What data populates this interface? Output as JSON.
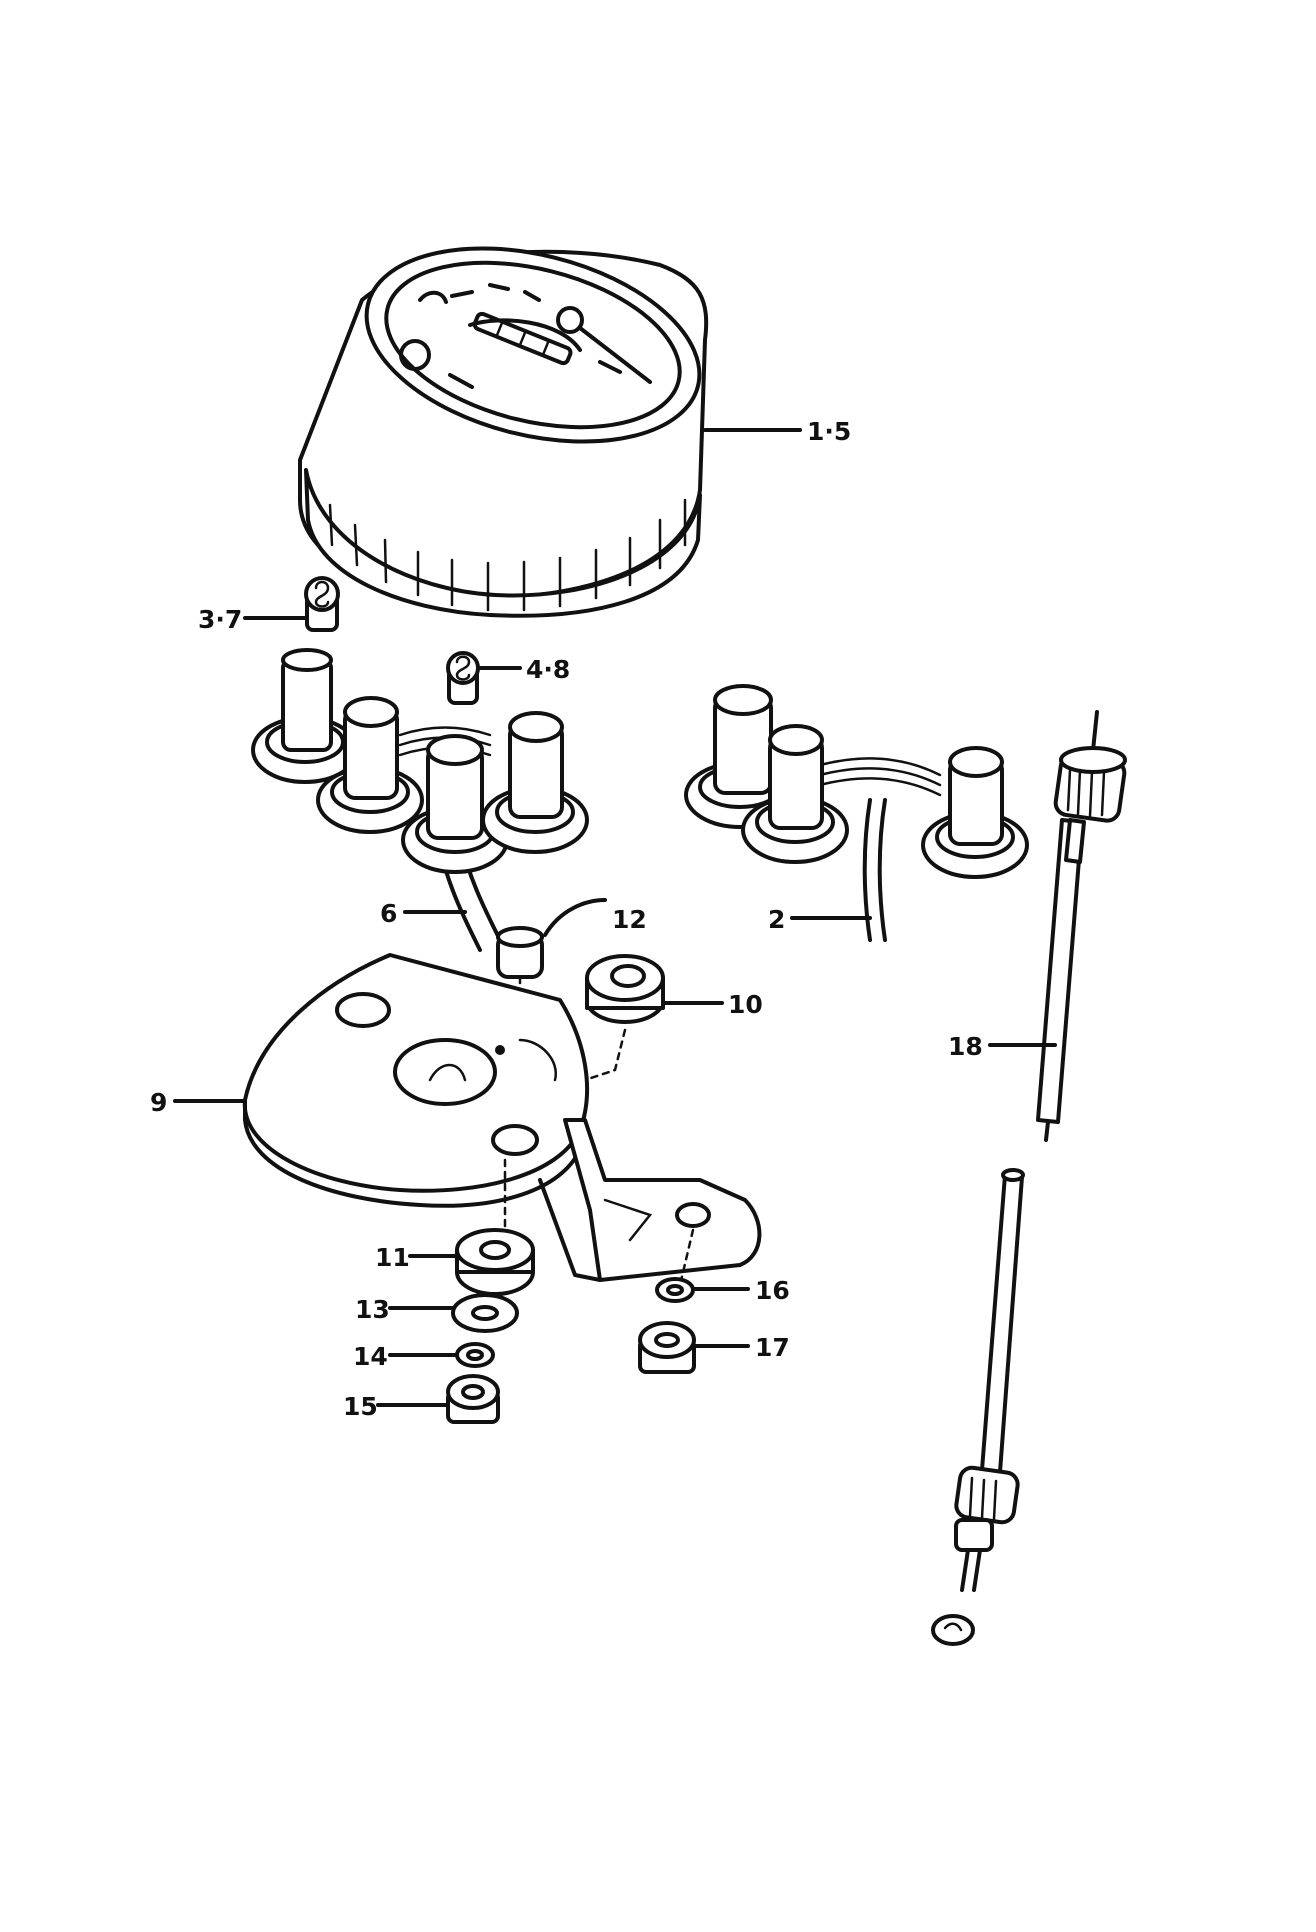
{
  "labels": {
    "p1_5": "1·5",
    "p3_7": "3·7",
    "p4_8": "4·8",
    "p2": "2",
    "p6": "6",
    "p9": "9",
    "p10": "10",
    "p11": "11",
    "p12": "12",
    "p13": "13",
    "p14": "14",
    "p15": "15",
    "p16": "16",
    "p17": "17",
    "p18": "18"
  }
}
